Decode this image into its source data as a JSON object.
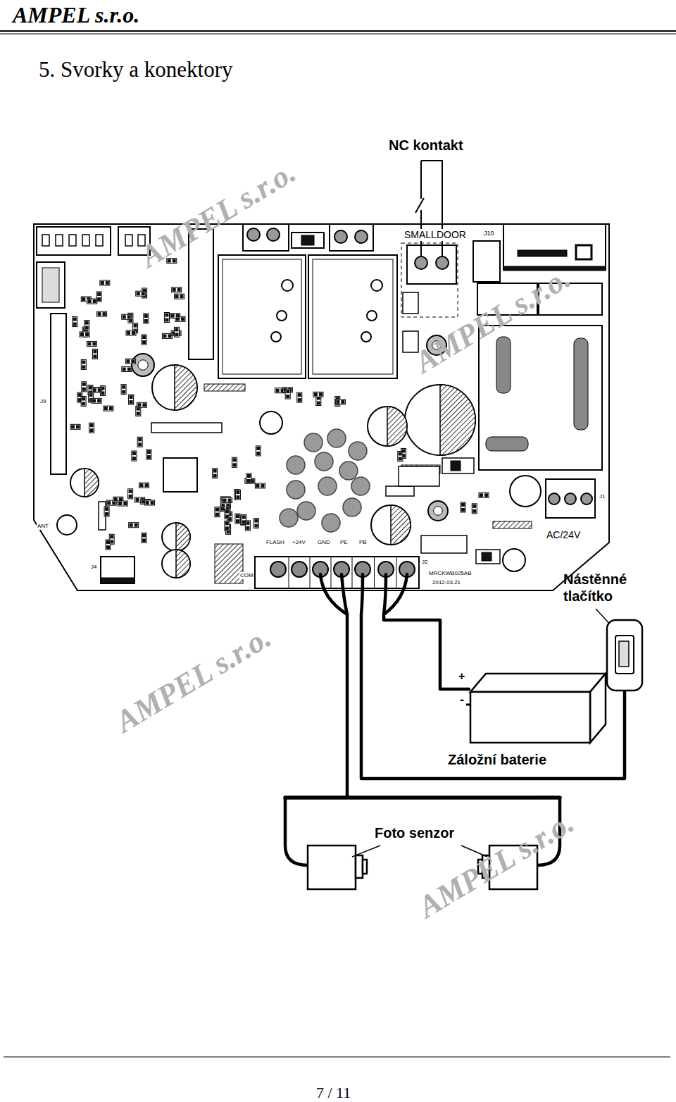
{
  "diagram": {
    "title": "5. Svorky a konektory",
    "nodes": [
      {
        "text": [
          "Nástěnné tlačítko"
        ]
      },
      {
        "text": [
          "Záložní baterie"
        ]
      }
    ],
    "labels": [
      "AMPEL s.r.o.",
      "NC kontakt",
      "SMALLDOOR",
      "J10",
      "J9",
      "ANT",
      "J4",
      "COM",
      "FLASH",
      "+24V",
      "GND",
      "PE",
      "PB",
      "J2",
      "MRCKWB025AB",
      "2012.03.21",
      "AC/24V",
      "J1",
      "AMPEL s.r.o.",
      "AMPEL s.r.o.",
      "AMPEL s.r.o.",
      "AMPEL s.r.o.",
      "+",
      "-",
      "Foto senzor",
      "7 / 11"
    ]
  }
}
